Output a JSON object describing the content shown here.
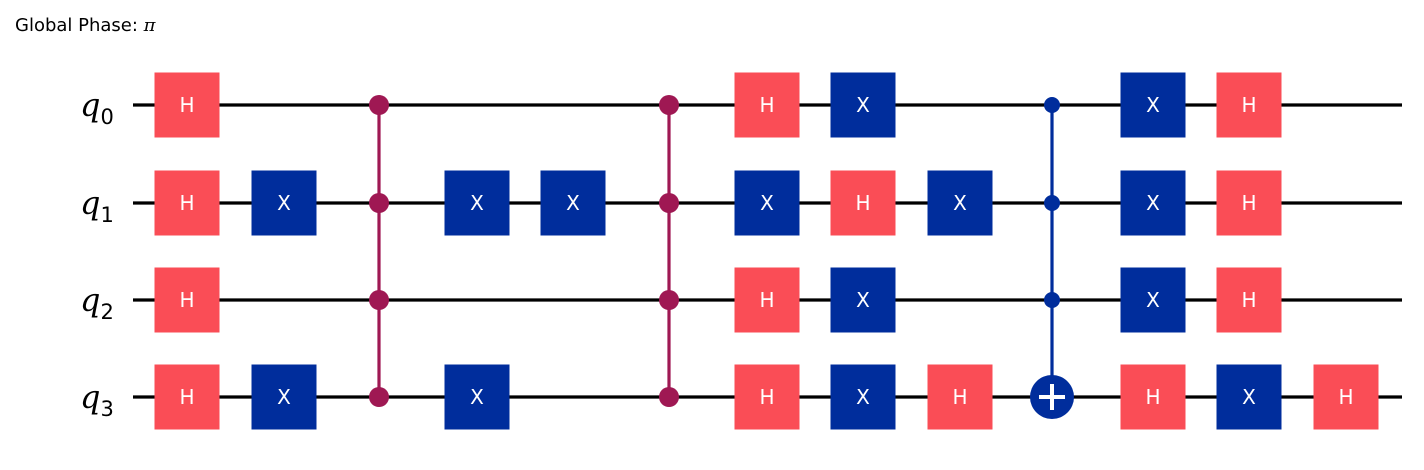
{
  "global_phase": {
    "label": "Global Phase: ",
    "value": "π"
  },
  "qubits": [
    {
      "letter": "q",
      "index": "0"
    },
    {
      "letter": "q",
      "index": "1"
    },
    {
      "letter": "q",
      "index": "2"
    },
    {
      "letter": "q",
      "index": "3"
    }
  ],
  "gate_colors": {
    "H": "#fa4d56",
    "X": "#002d9c",
    "multi_control": "#9f1853",
    "mcx": "#002d9c"
  },
  "columns": [
    {
      "type": "single",
      "gates": [
        {
          "q": 0,
          "label": "H"
        },
        {
          "q": 1,
          "label": "H"
        },
        {
          "q": 2,
          "label": "H"
        },
        {
          "q": 3,
          "label": "H"
        }
      ]
    },
    {
      "type": "single",
      "gates": [
        {
          "q": 1,
          "label": "X"
        },
        {
          "q": 3,
          "label": "X"
        }
      ]
    },
    {
      "type": "controlled_phase",
      "qubits": [
        0,
        1,
        2,
        3
      ]
    },
    {
      "type": "single",
      "gates": [
        {
          "q": 1,
          "label": "X"
        },
        {
          "q": 3,
          "label": "X"
        }
      ]
    },
    {
      "type": "single",
      "gates": [
        {
          "q": 1,
          "label": "X"
        }
      ]
    },
    {
      "type": "controlled_phase",
      "qubits": [
        0,
        1,
        2,
        3
      ]
    },
    {
      "type": "single",
      "gates": [
        {
          "q": 0,
          "label": "H"
        },
        {
          "q": 1,
          "label": "X"
        },
        {
          "q": 2,
          "label": "H"
        },
        {
          "q": 3,
          "label": "H"
        }
      ]
    },
    {
      "type": "single",
      "gates": [
        {
          "q": 0,
          "label": "X"
        },
        {
          "q": 1,
          "label": "H"
        },
        {
          "q": 2,
          "label": "X"
        },
        {
          "q": 3,
          "label": "X"
        }
      ]
    },
    {
      "type": "single",
      "gates": [
        {
          "q": 1,
          "label": "X"
        },
        {
          "q": 3,
          "label": "H"
        }
      ]
    },
    {
      "type": "mcx",
      "controls": [
        0,
        1,
        2
      ],
      "target": 3
    },
    {
      "type": "single",
      "gates": [
        {
          "q": 0,
          "label": "X"
        },
        {
          "q": 1,
          "label": "X"
        },
        {
          "q": 2,
          "label": "X"
        },
        {
          "q": 3,
          "label": "H"
        }
      ]
    },
    {
      "type": "single",
      "gates": [
        {
          "q": 0,
          "label": "H"
        },
        {
          "q": 1,
          "label": "H"
        },
        {
          "q": 2,
          "label": "H"
        },
        {
          "q": 3,
          "label": "X"
        }
      ]
    },
    {
      "type": "single",
      "gates": [
        {
          "q": 3,
          "label": "H"
        }
      ]
    }
  ]
}
